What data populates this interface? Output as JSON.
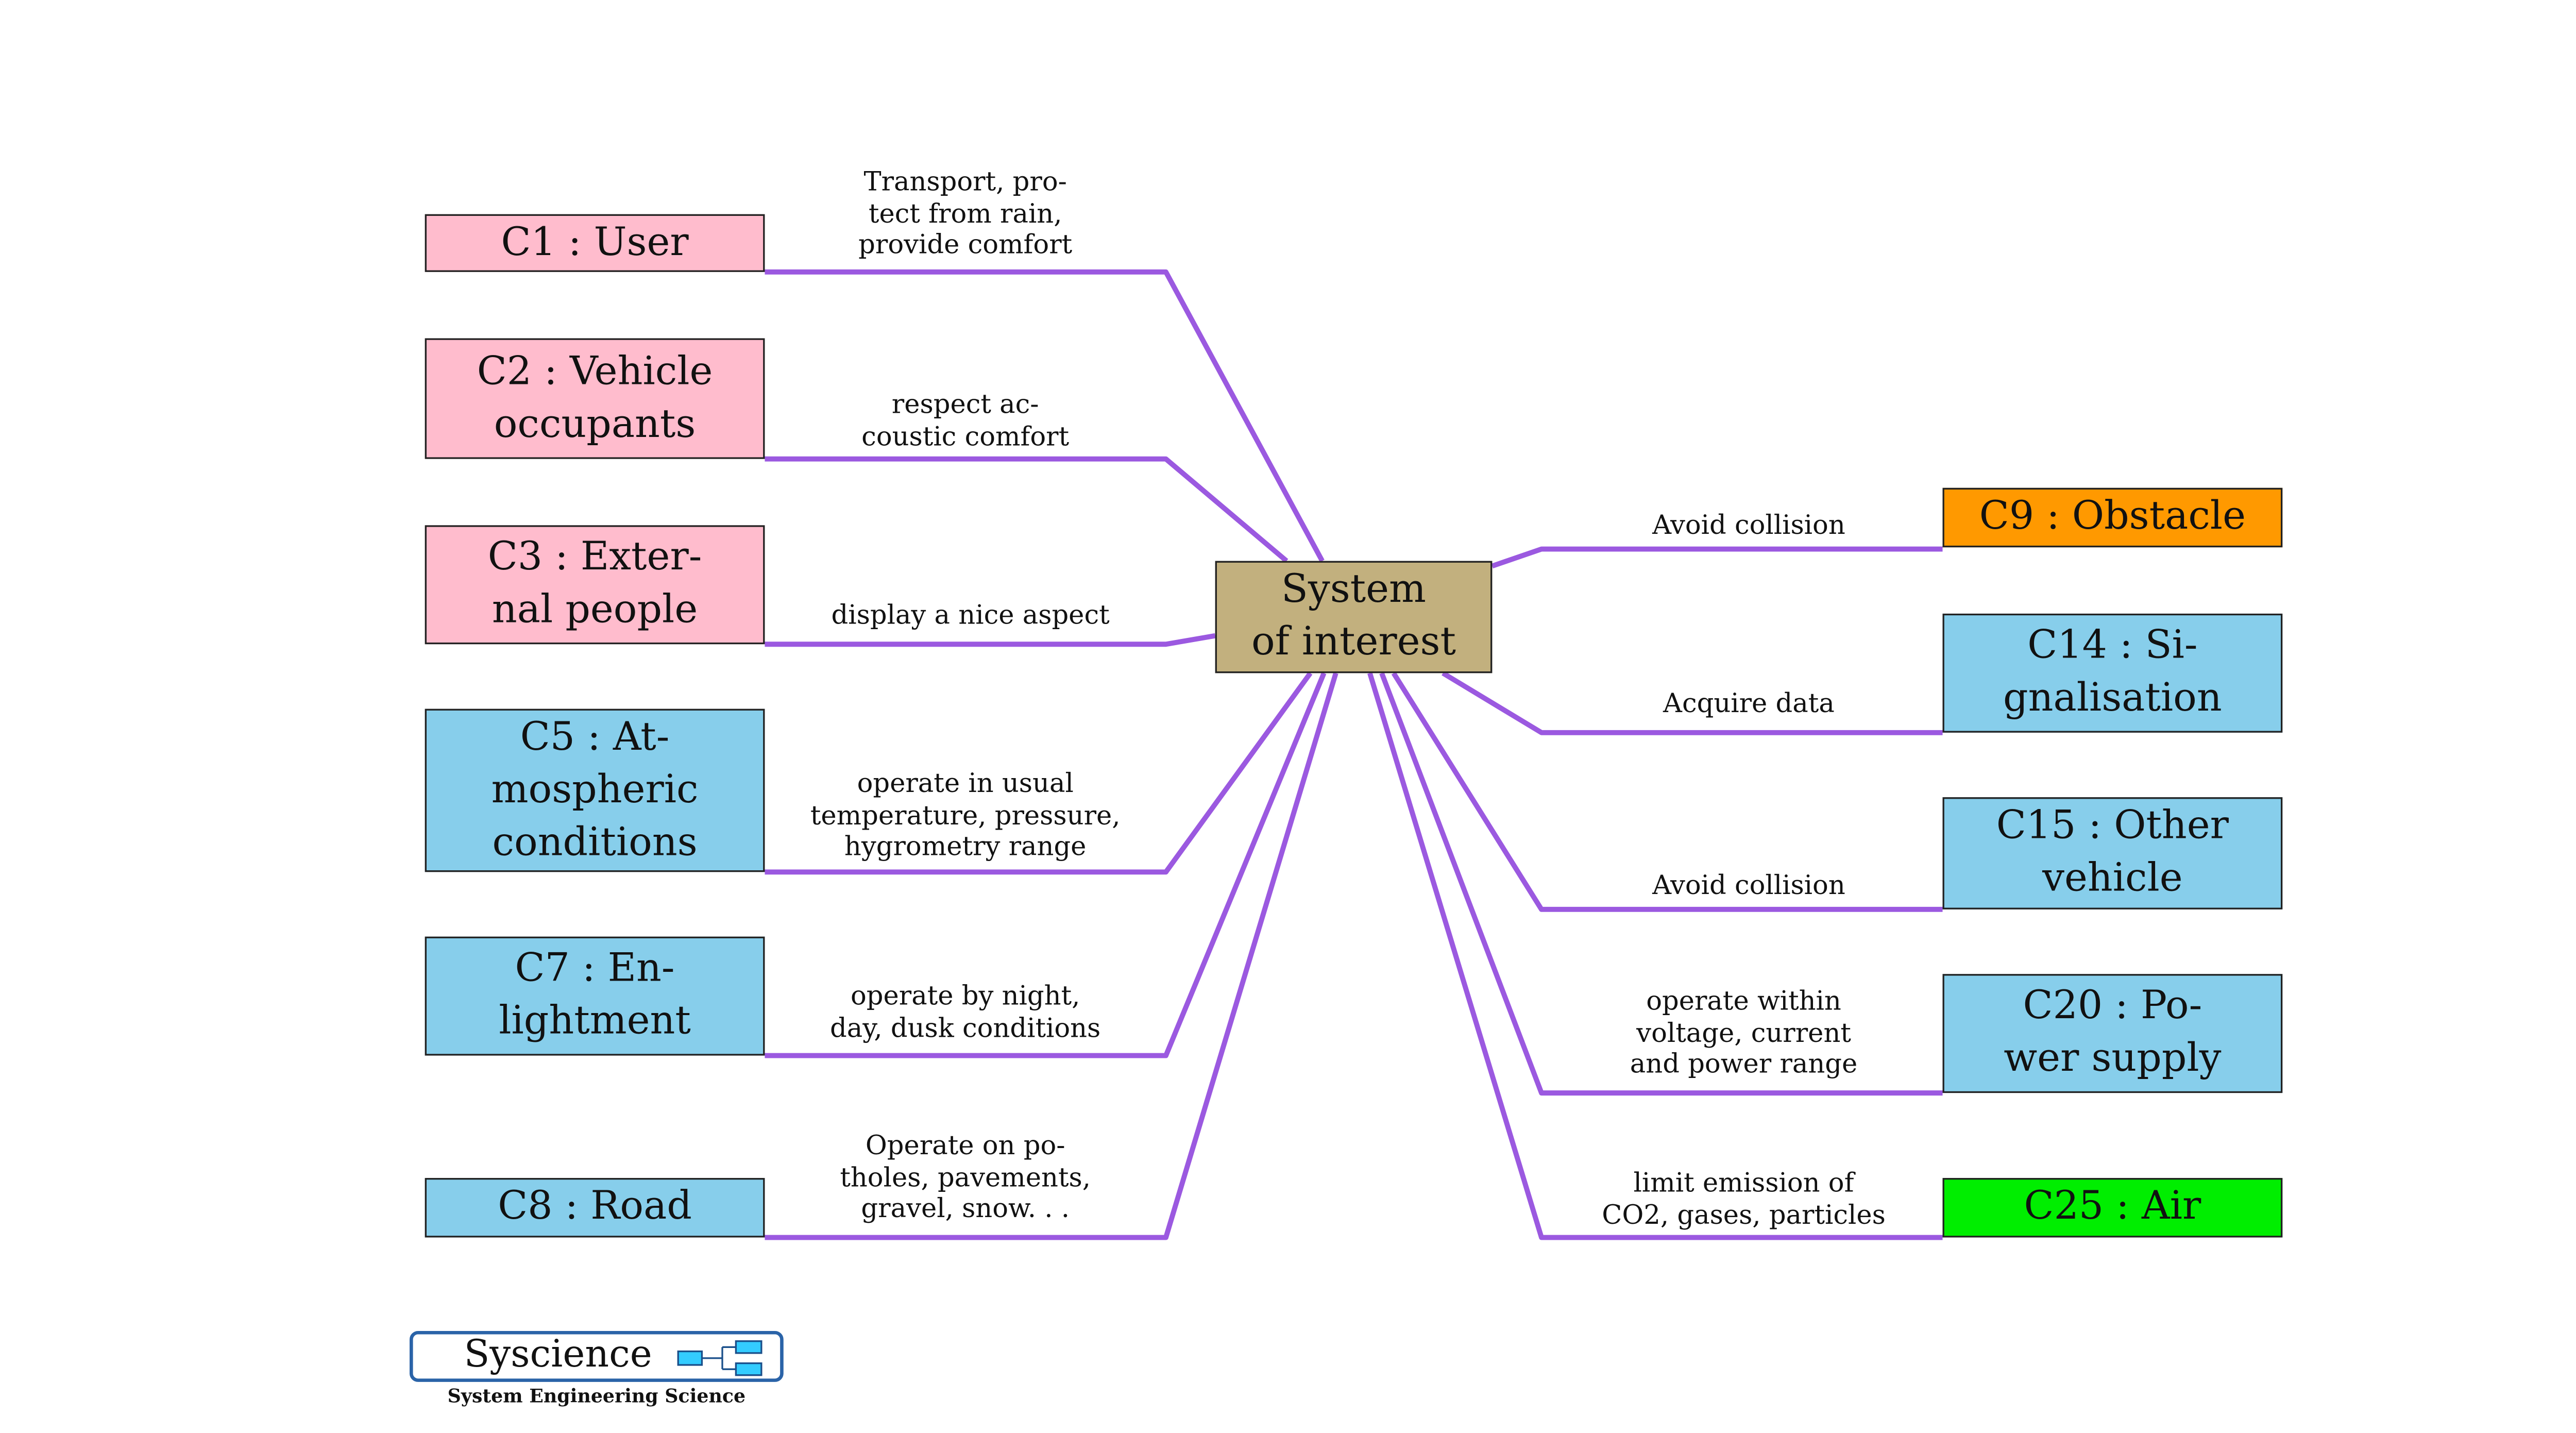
{
  "colors": {
    "connector": "#9b59e0",
    "pink": "#ffbccd",
    "blue": "#87ceeb",
    "orange": "#ff9900",
    "green": "#00ee00",
    "tan": "#c2b07e"
  },
  "center": {
    "lines": [
      "System",
      "of interest"
    ]
  },
  "left_nodes": [
    {
      "id": "c1",
      "lines": [
        "C1 : User"
      ],
      "color": "#ffbccd",
      "label": [
        "Transport, pro-",
        "tect from rain,",
        "provide comfort"
      ]
    },
    {
      "id": "c2",
      "lines": [
        "C2 : Vehicle",
        "occupants"
      ],
      "color": "#ffbccd",
      "label": [
        "respect ac-",
        "coustic comfort"
      ]
    },
    {
      "id": "c3",
      "lines": [
        "C3 : Exter-",
        "nal people"
      ],
      "color": "#ffbccd",
      "label": [
        "display a nice aspect"
      ]
    },
    {
      "id": "c5",
      "lines": [
        "C5 : At-",
        "mospheric",
        "conditions"
      ],
      "color": "#87ceeb",
      "label": [
        "operate in usual",
        "temperature, pressure,",
        "hygrometry range"
      ]
    },
    {
      "id": "c7",
      "lines": [
        "C7 : En-",
        "lightment"
      ],
      "color": "#87ceeb",
      "label": [
        "operate by night,",
        "day, dusk conditions"
      ]
    },
    {
      "id": "c8",
      "lines": [
        "C8 : Road"
      ],
      "color": "#87ceeb",
      "label": [
        "Operate on po-",
        "tholes, pavements,",
        "gravel, snow. . ."
      ]
    }
  ],
  "right_nodes": [
    {
      "id": "c9",
      "lines": [
        "C9 : Obstacle"
      ],
      "color": "#ff9900",
      "label": [
        "Avoid collision"
      ]
    },
    {
      "id": "c14",
      "lines": [
        "C14 : Si-",
        "gnalisation"
      ],
      "color": "#87ceeb",
      "label": [
        "Acquire data"
      ]
    },
    {
      "id": "c15",
      "lines": [
        "C15 : Other",
        "vehicle"
      ],
      "color": "#87ceeb",
      "label": [
        "Avoid collision"
      ]
    },
    {
      "id": "c20",
      "lines": [
        "C20 : Po-",
        "wer supply"
      ],
      "color": "#87ceeb",
      "label": [
        "operate within",
        "voltage, current",
        "and power range"
      ]
    },
    {
      "id": "c25",
      "lines": [
        "C25 : Air"
      ],
      "color": "#00ee00",
      "label": [
        "limit emission of",
        "CO2, gases, particles"
      ]
    }
  ],
  "logo": {
    "name": "Syscience",
    "tagline": "System Engineering Science"
  }
}
